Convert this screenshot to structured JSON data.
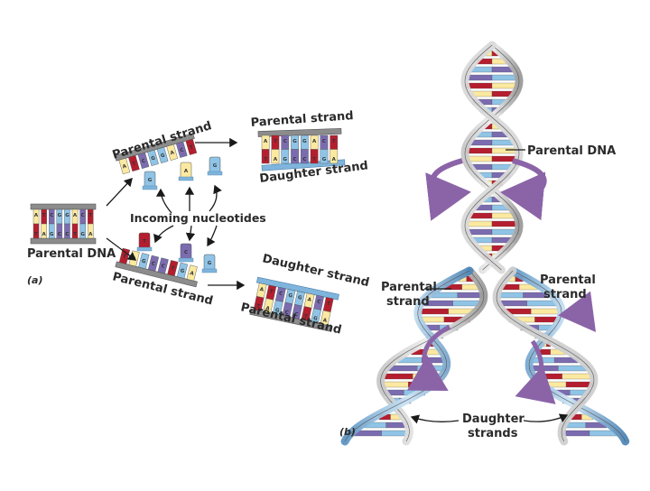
{
  "panel_a": {
    "panel_label": "(a)",
    "left_label": "Parental DNA",
    "top_left_label": "Parental strand",
    "top_right_top_label": "Parental strand",
    "top_right_bottom_label": "Daughter strand",
    "center_label": "Incoming nucleotides",
    "bottom_left_label": "Parental strand",
    "bottom_right_top_label": "Daughter strand",
    "bottom_right_bottom_label": "Parental strand",
    "parental_bases": [
      "A",
      "T",
      "C",
      "G",
      "G",
      "A",
      "C",
      "T"
    ]
  },
  "panel_b": {
    "panel_label": "(b)",
    "parental_dna_label": "Parental DNA",
    "left_strand_label_1": "Parental",
    "left_strand_label_2": "strand",
    "right_strand_label_1": "Parental",
    "right_strand_label_2": "strand",
    "daughter_label_1": "Daughter",
    "daughter_label_2": "strands"
  },
  "colors": {
    "adenine": "#fbe9a0",
    "thymine": "#b41e2e",
    "guanine": "#8fc4e6",
    "cytosine": "#7b6cb0",
    "backbone_gray": "#9a9a9a",
    "daughter_blue": "#7fb5dd",
    "rotation_arrow": "#8b64a8"
  }
}
